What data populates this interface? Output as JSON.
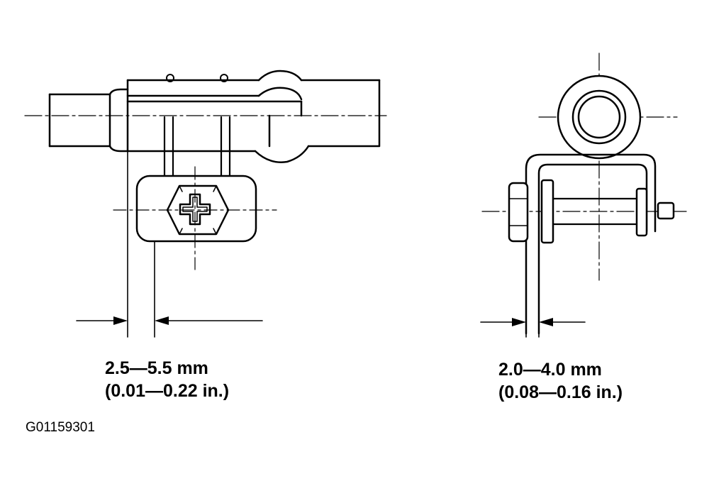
{
  "left_view": {
    "dimension_mm": "2.5—5.5 mm",
    "dimension_in": "(0.01—0.22 in.)"
  },
  "right_view": {
    "dimension_mm": "2.0—4.0 mm",
    "dimension_in": "(0.08—0.16 in.)"
  },
  "figure_code": "G01159301"
}
